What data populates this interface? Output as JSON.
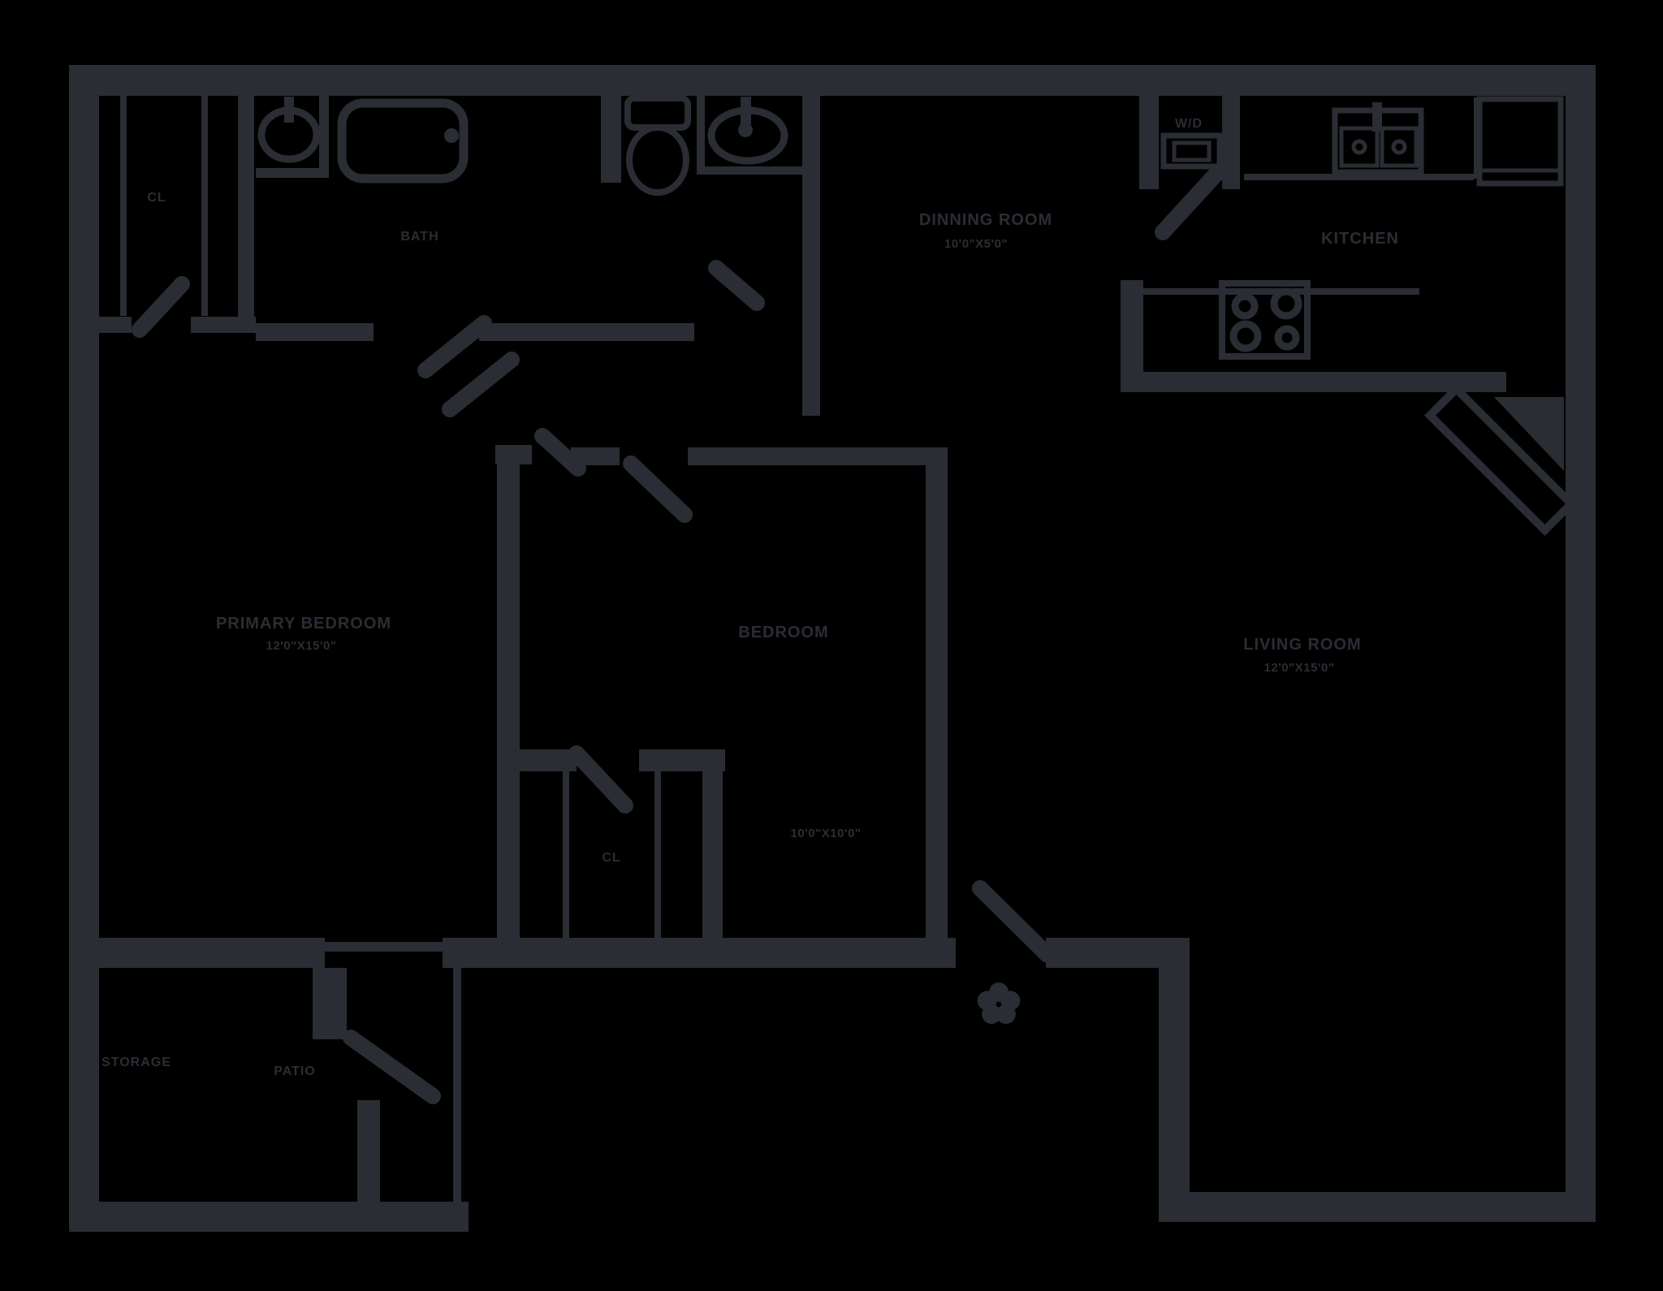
{
  "colors": {
    "background": "#000000",
    "ink": "#2a2d33"
  },
  "rooms": {
    "closet_entry": {
      "label": "CL"
    },
    "bath": {
      "label": "BATH"
    },
    "dining": {
      "label": "DINNING ROOM",
      "dimensions": "10'0\"X5'0\""
    },
    "laundry": {
      "label": "W/D"
    },
    "kitchen": {
      "label": "KITCHEN"
    },
    "primary_bedroom": {
      "label": "PRIMARY BEDROOM",
      "dimensions": "12'0\"X15'0\""
    },
    "bedroom": {
      "label": "BEDROOM",
      "dimensions": "10'0\"X10'0\""
    },
    "living_room": {
      "label": "LIVING ROOM",
      "dimensions": "12'0\"X15'0\""
    },
    "bedroom_closet": {
      "label": "CL"
    },
    "storage": {
      "label": "STORAGE"
    },
    "patio": {
      "label": "PATIO"
    }
  },
  "fixtures": [
    "bathroom-sink",
    "bathtub",
    "toilet",
    "vanity-sink",
    "washer-dryer",
    "kitchen-sink",
    "refrigerator",
    "stove",
    "fireplace",
    "entry-plant"
  ]
}
